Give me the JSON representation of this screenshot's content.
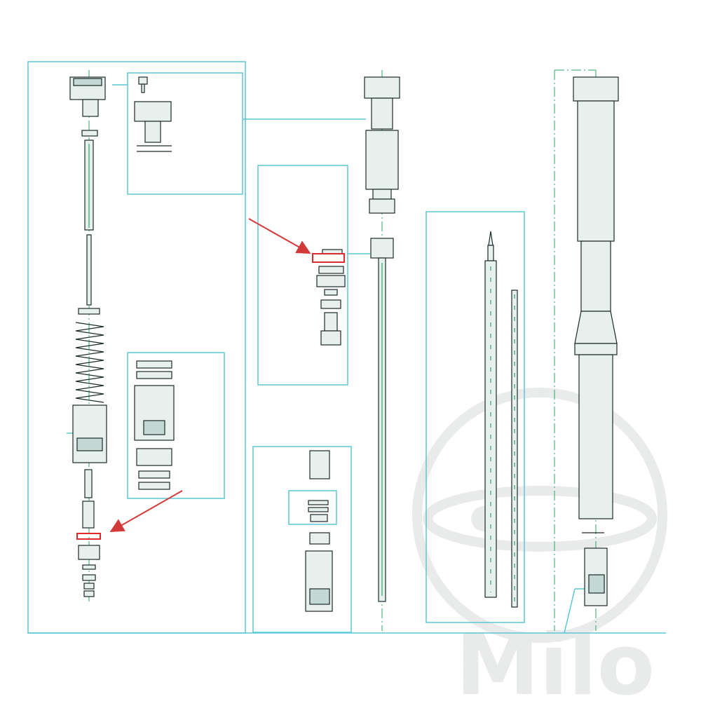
{
  "colors": {
    "frame": "#5cc7d6",
    "centerline": "#2aa56a",
    "part_outline": "#1b2a2a",
    "part_fill": "#e8f0ee",
    "highlight": "#e02a2a",
    "arrow": "#d23a3a",
    "watermark": "#d8dcdc",
    "background": "#ffffff"
  },
  "watermark": {
    "text": "Milo"
  },
  "highlighted_parts": [
    {
      "name": "seal-ring-upper",
      "color": "#e02a2a"
    },
    {
      "name": "seal-ring-lower",
      "color": "#e02a2a"
    }
  ],
  "icons": [
    "arrow-icon",
    "watermark-logo-icon"
  ]
}
